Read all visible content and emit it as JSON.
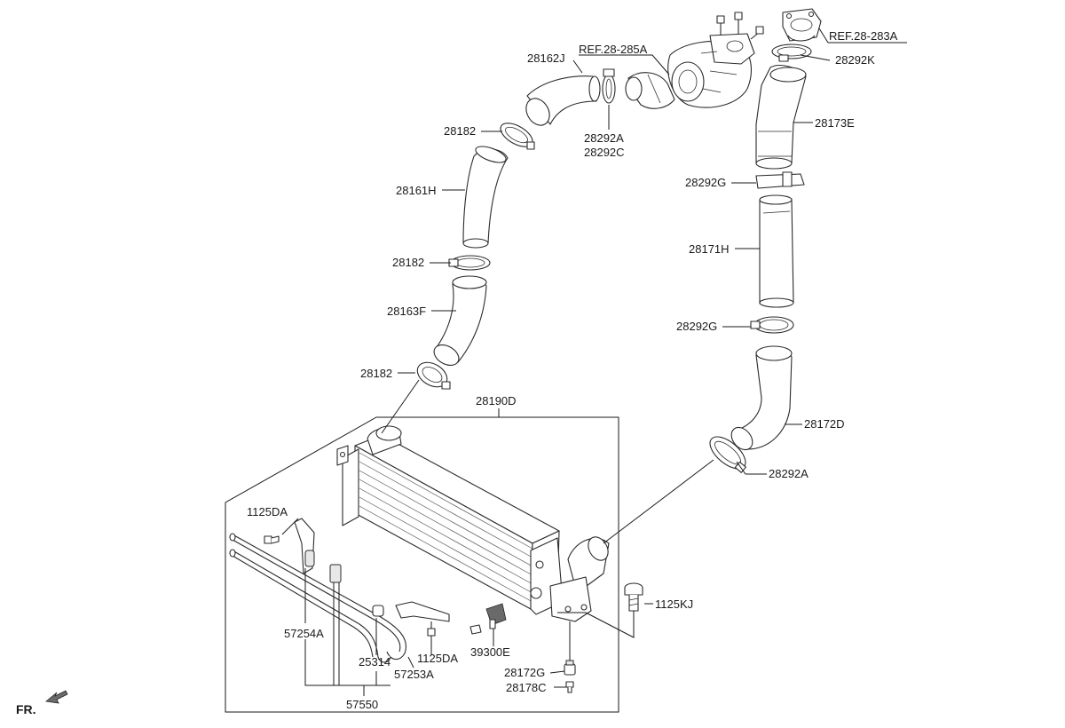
{
  "labels": {
    "ref_28_285a": "REF.28-285A",
    "ref_28_283a": "REF.28-283A",
    "p28162j": "28162J",
    "p28292k": "28292K",
    "p28292a_top": "28292A",
    "p28292c": "28292C",
    "p28182_top": "28182",
    "p28173e": "28173E",
    "p28292g_top": "28292G",
    "p28161h": "28161H",
    "p28171h": "28171H",
    "p28182_mid": "28182",
    "p28163f": "28163F",
    "p28292g_mid": "28292G",
    "p28182_low": "28182",
    "p28190d": "28190D",
    "p28172d": "28172D",
    "p28292a_low": "28292A",
    "p1125da_top": "1125DA",
    "p1125kj": "1125KJ",
    "p57254a": "57254A",
    "p25314": "25314",
    "p1125da_low": "1125DA",
    "p39300e": "39300E",
    "p57253a": "57253A",
    "p28172g": "28172G",
    "p28178c": "28178C",
    "p57550": "57550",
    "fr": "FR."
  }
}
